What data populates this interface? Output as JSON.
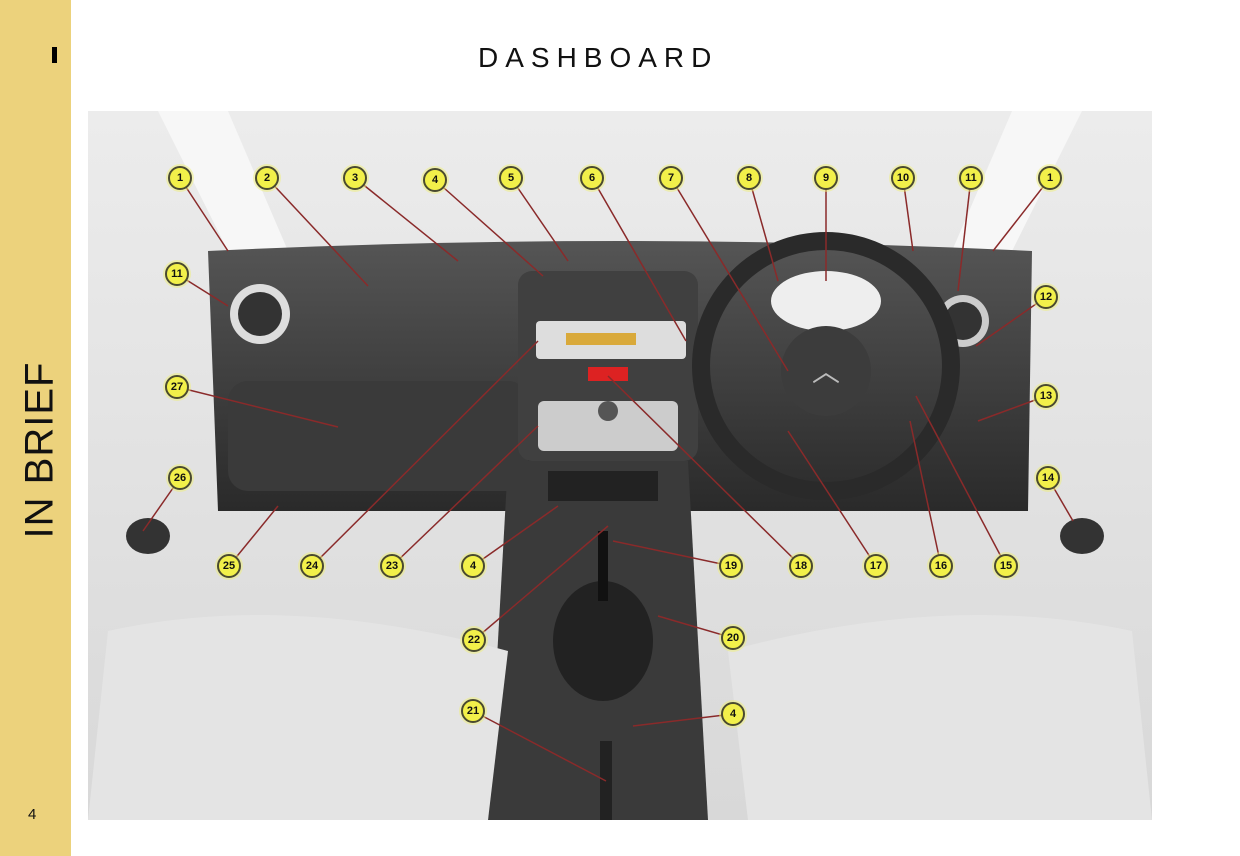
{
  "sidebar": {
    "chapter_marker": "I",
    "section": "IN BRIEF",
    "page_number": "4"
  },
  "title": "DASHBOARD",
  "callouts": [
    "1",
    "2",
    "3",
    "4",
    "5",
    "6",
    "7",
    "8",
    "9",
    "10",
    "11",
    "1",
    "11",
    "12",
    "27",
    "13",
    "26",
    "14",
    "25",
    "24",
    "23",
    "4",
    "19",
    "18",
    "17",
    "16",
    "15",
    "22",
    "20",
    "21",
    "4"
  ]
}
